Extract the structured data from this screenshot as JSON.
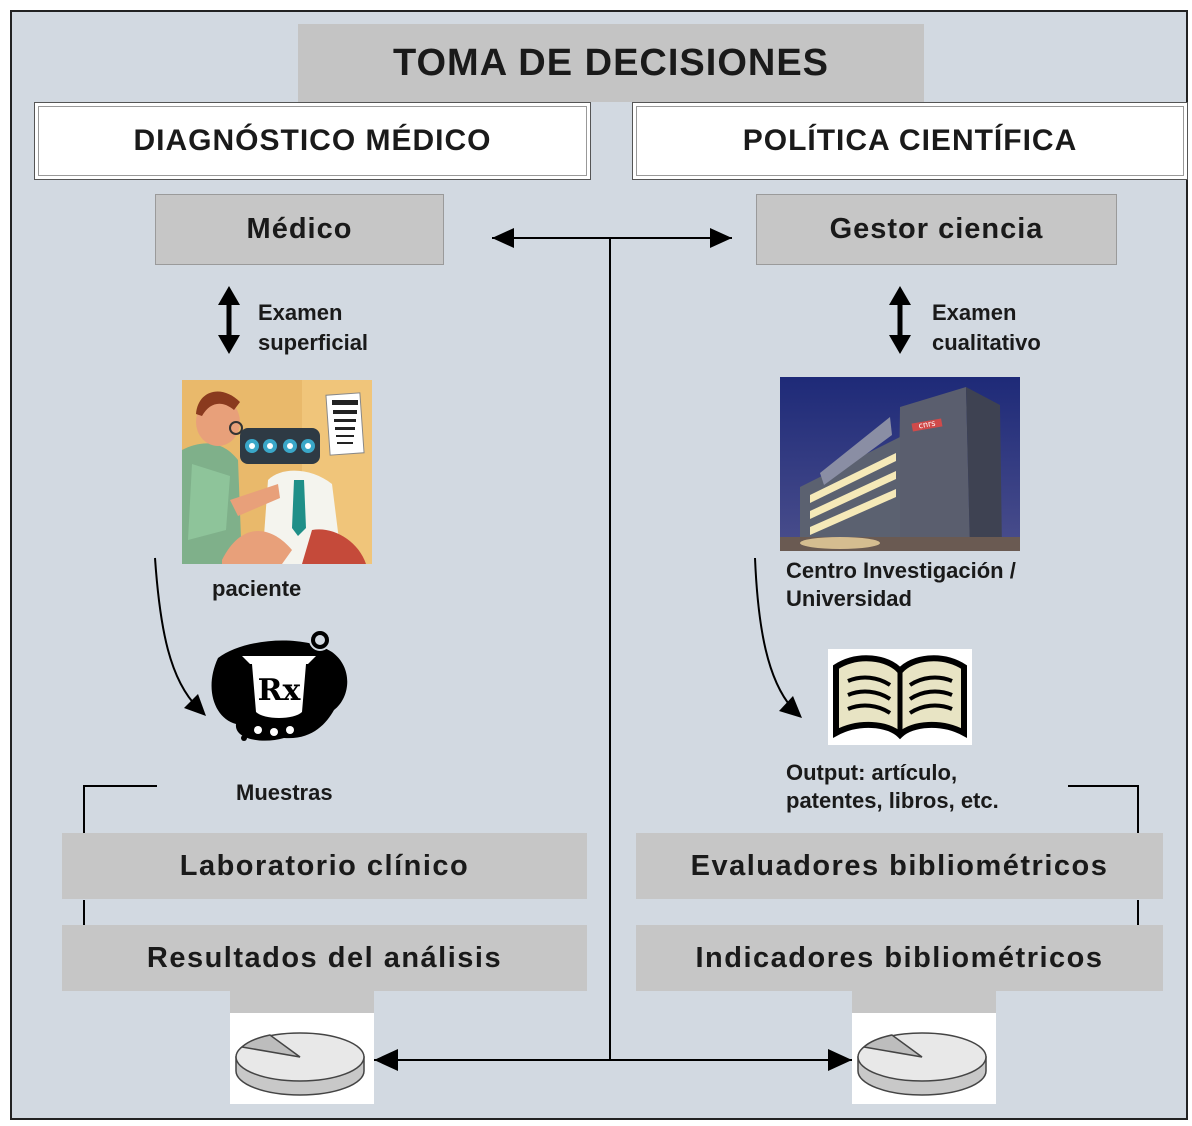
{
  "title": "TOMA DE DECISIONES",
  "left": {
    "header": "DIAGNÓSTICO MÉDICO",
    "actor": "Médico",
    "exam_line1": "Examen",
    "exam_line2": "superficial",
    "subject": "paciente",
    "samples": "Muestras",
    "lab": "Laboratorio clínico",
    "results": "Resultados del análisis"
  },
  "right": {
    "header": "POLÍTICA CIENTÍFICA",
    "actor": "Gestor ciencia",
    "exam_line1": "Examen",
    "exam_line2": "cualitativo",
    "subject_line1": "Centro Investigación /",
    "subject_line2": "Universidad",
    "output_line1": "Output: artículo,",
    "output_line2": "patentes, libros, etc.",
    "evaluators": "Evaluadores bibliométricos",
    "indicators": "Indicadores bibliométricos"
  },
  "building_sign": "cnrs",
  "rx_label": "Rx",
  "icons": [
    "doctor-illustration",
    "mortar-pestle-rx-icon",
    "research-building-photo",
    "open-book-icon",
    "pie-chart-icon"
  ]
}
